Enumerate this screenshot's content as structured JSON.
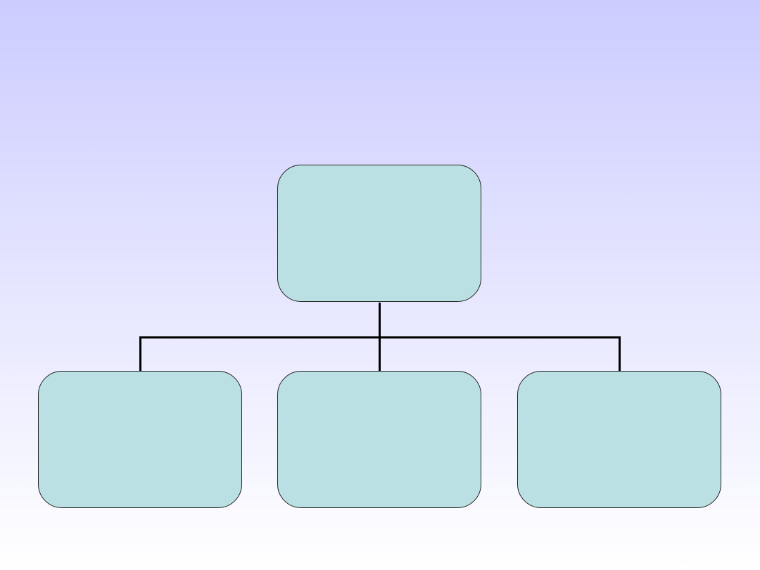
{
  "diagram": {
    "type": "org-chart",
    "colors": {
      "node_fill": "#bbe0e3",
      "node_border": "#222222",
      "connector": "#000000",
      "background_top": "#ccccff",
      "background_bottom": "#ffffff"
    },
    "nodes": [
      {
        "id": "root",
        "label": ""
      },
      {
        "id": "child-1",
        "label": "",
        "parent": "root"
      },
      {
        "id": "child-2",
        "label": "",
        "parent": "root"
      },
      {
        "id": "child-3",
        "label": "",
        "parent": "root"
      }
    ]
  }
}
